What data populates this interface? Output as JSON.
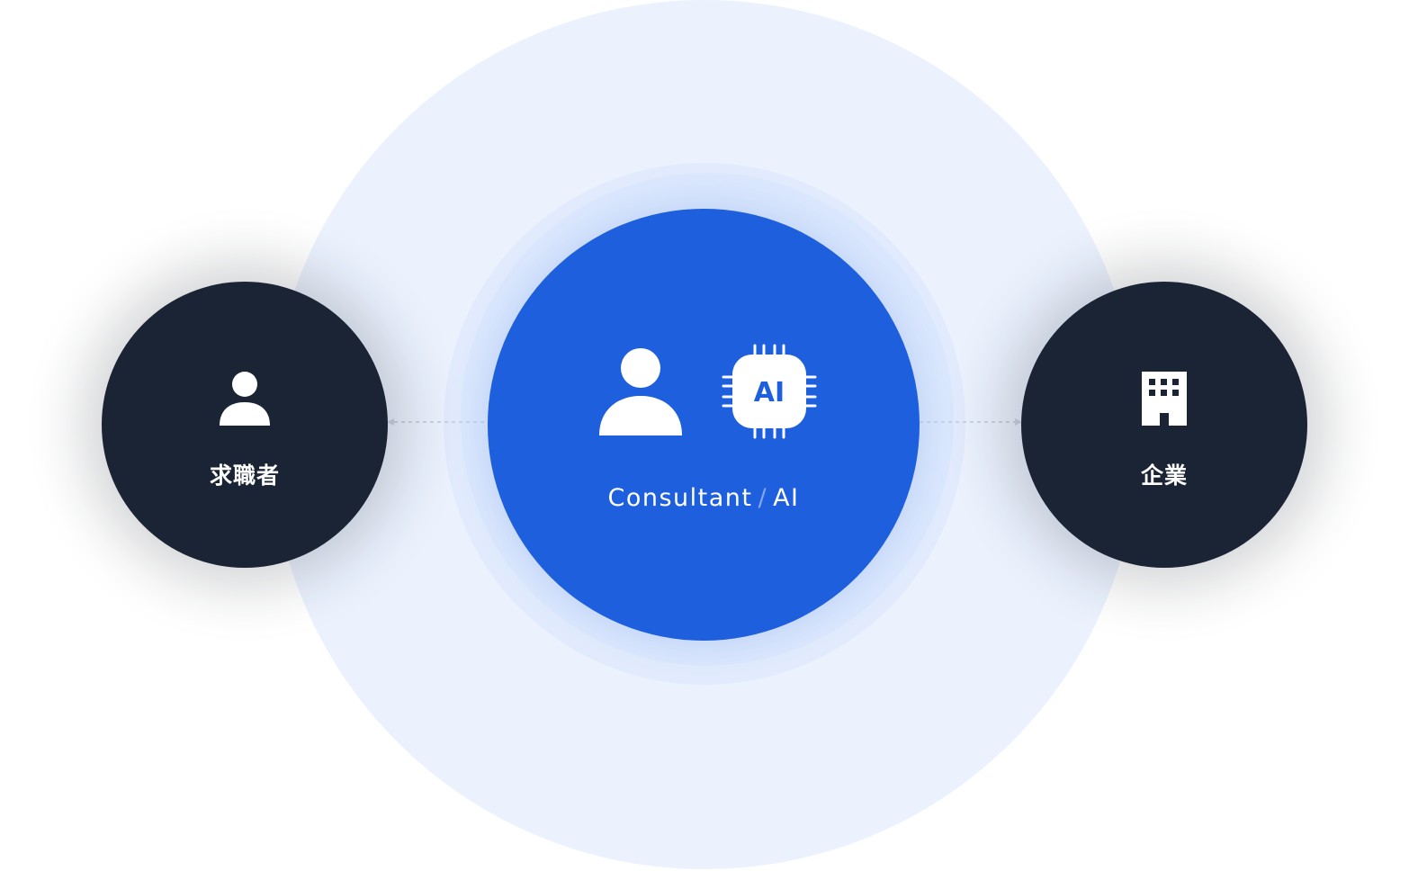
{
  "colors": {
    "background_circle": "#ebf2fe",
    "glow_ring": "#d9e6fc",
    "center_circle": "#1e5fdd",
    "side_circle": "#1b2434",
    "label_text": "#ffffff",
    "connector": "#c9d3e3"
  },
  "center": {
    "label_primary": "Consultant",
    "label_separator": "/",
    "label_secondary": "AI",
    "person_icon": "person-icon",
    "chip_icon": "ai-chip-icon",
    "chip_text": "AI"
  },
  "left_node": {
    "label": "求職者",
    "icon": "person-icon"
  },
  "right_node": {
    "label": "企業",
    "icon": "building-icon"
  }
}
